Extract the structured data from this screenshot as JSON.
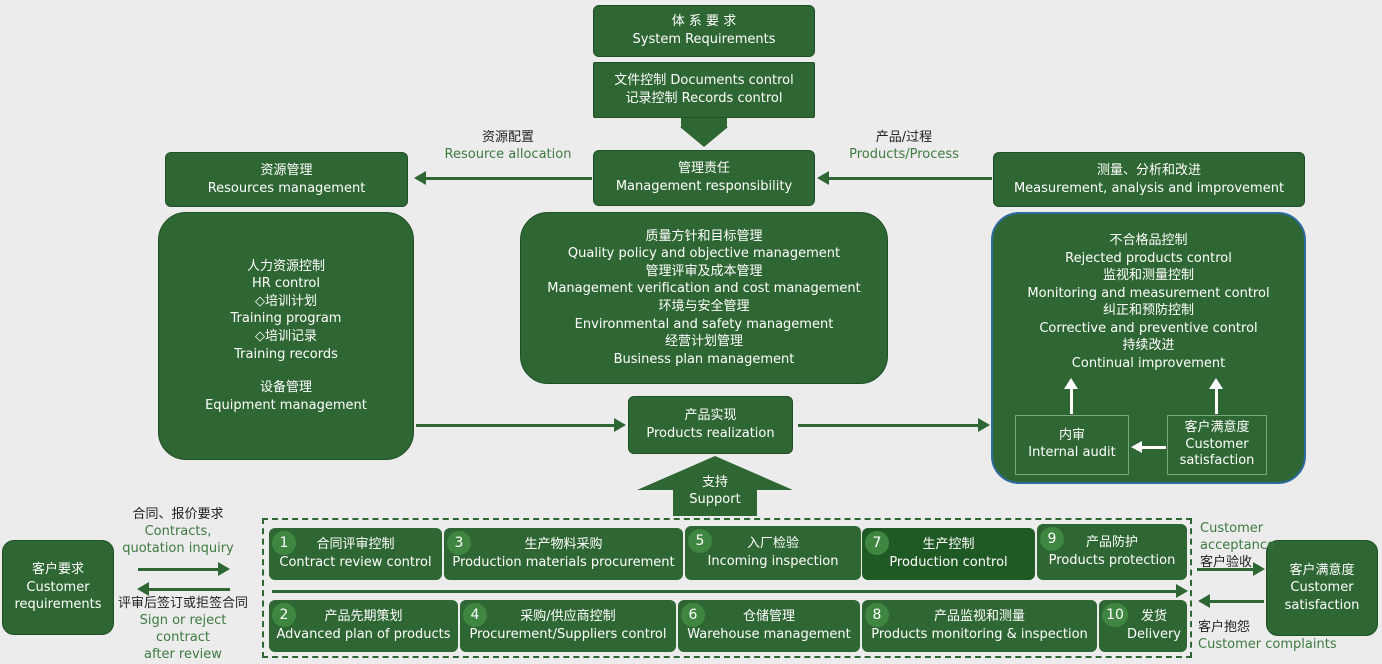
{
  "system_requirements": {
    "zh": "体 系 要 求",
    "en": "System Requirements"
  },
  "documents": {
    "line1": "文件控制 Documents control",
    "line2": "记录控制 Records control"
  },
  "management_responsibility": {
    "zh": "管理责任",
    "en": "Management responsibility"
  },
  "resources_management": {
    "zh": "资源管理",
    "en": "Resources management"
  },
  "resource_allocation": {
    "zh": "资源配置",
    "en": "Resource allocation"
  },
  "products_process": {
    "zh": "产品/过程",
    "en": "Products/Process"
  },
  "measurement": {
    "zh": "测量、分析和改进",
    "en": "Measurement, analysis and improvement"
  },
  "resources_detail": [
    "人力资源控制",
    "HR control",
    "◇培训计划",
    "Training program",
    "◇培训记录",
    "Training records",
    "",
    "设备管理",
    "Equipment management"
  ],
  "quality_detail": [
    "质量方针和目标管理",
    "Quality policy and objective management",
    "管理评审及成本管理",
    "Management verification and cost management",
    "环境与安全管理",
    "Environmental and safety management",
    "经营计划管理",
    "Business plan management"
  ],
  "measurement_detail": [
    "不合格品控制",
    "Rejected products control",
    "监视和测量控制",
    "Monitoring and measurement control",
    "纠正和预防控制",
    "Corrective and preventive control",
    "持续改进",
    "Continual improvement"
  ],
  "internal_audit": {
    "zh": "内审",
    "en": "Internal audit"
  },
  "customer_satisfaction_inner": {
    "zh": "客户满意度",
    "en1": "Customer",
    "en2": "satisfaction"
  },
  "products_realization": {
    "zh": "产品实现",
    "en": "Products realization"
  },
  "support": {
    "zh": "支持",
    "en": "Support"
  },
  "customer_requirements": {
    "zh": "客户要求",
    "en1": "Customer",
    "en2": "requirements"
  },
  "contracts": {
    "zh": "合同、报价要求",
    "en1": "Contracts,",
    "en2": "quotation inquiry"
  },
  "sign_reject": {
    "zh": "评审后签订或拒签合同",
    "en1": "Sign or reject contract",
    "en2": "after review"
  },
  "customer_satisfaction_right": {
    "zh": "客户满意度",
    "en1": "Customer",
    "en2": "satisfaction"
  },
  "customer_acceptance": {
    "en": "Customer acceptance",
    "zh": "客户验收"
  },
  "customer_complaints": {
    "zh": "客户抱怨",
    "en": "Customer complaints"
  },
  "steps_top": [
    {
      "num": "1",
      "zh": "合同评审控制",
      "en": "Contract review control"
    },
    {
      "num": "3",
      "zh": "生产物料采购",
      "en": "Production materials procurement"
    },
    {
      "num": "5",
      "zh": "入厂检验",
      "en": "Incoming inspection"
    },
    {
      "num": "7",
      "zh": "生产控制",
      "en": "Production control"
    },
    {
      "num": "9",
      "zh": "产品防护",
      "en": "Products protection"
    }
  ],
  "steps_bottom": [
    {
      "num": "2",
      "zh": "产品先期策划",
      "en": "Advanced plan of products"
    },
    {
      "num": "4",
      "zh": "采购/供应商控制",
      "en": "Procurement/Suppliers control"
    },
    {
      "num": "6",
      "zh": "仓储管理",
      "en": "Warehouse management"
    },
    {
      "num": "8",
      "zh": "产品监视和测量",
      "en": "Products monitoring & inspection"
    },
    {
      "num": "10",
      "zh": "发货",
      "en": "Delivery"
    }
  ]
}
